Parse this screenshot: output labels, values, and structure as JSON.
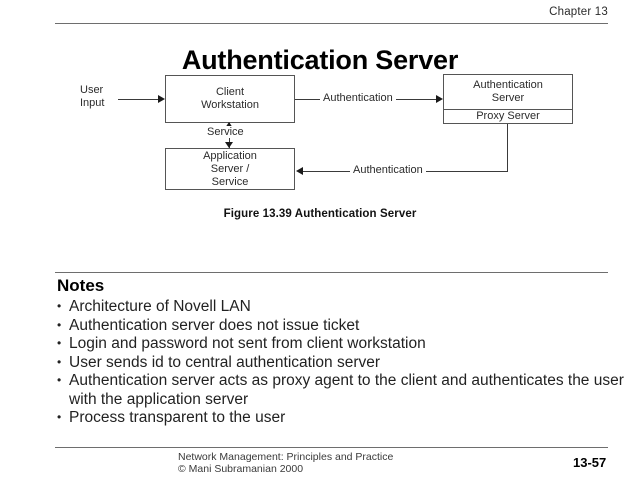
{
  "header": {
    "chapter": "Chapter 13",
    "title": "Authentication Server"
  },
  "diagram": {
    "user_input_line1": "User",
    "user_input_line2": "Input",
    "boxes": {
      "client": {
        "line1": "Client",
        "line2": "Workstation"
      },
      "application": {
        "line1": "Application",
        "line2": "Server /",
        "line3": "Service"
      },
      "auth_server": {
        "line1": "Authentication",
        "line2": "Server",
        "proxy": "Proxy Server"
      }
    },
    "connectors": {
      "top_authentication": "Authentication",
      "service": "Service",
      "bottom_authentication": "Authentication"
    },
    "caption": "Figure 13.39 Authentication Server"
  },
  "notes": {
    "heading": "Notes",
    "items": [
      "Architecture of Novell LAN",
      "Authentication server does not issue ticket",
      "Login and password not sent from client workstation",
      "User sends id to central authentication server",
      "Authentication server acts as proxy agent to the client and authenticates the user with the application server",
      "Process transparent to the user"
    ]
  },
  "footer": {
    "credit_line1": "Network Management: Principles and Practice",
    "credit_line2": "© Mani Subramanian 2000",
    "page_number": "13-57"
  }
}
